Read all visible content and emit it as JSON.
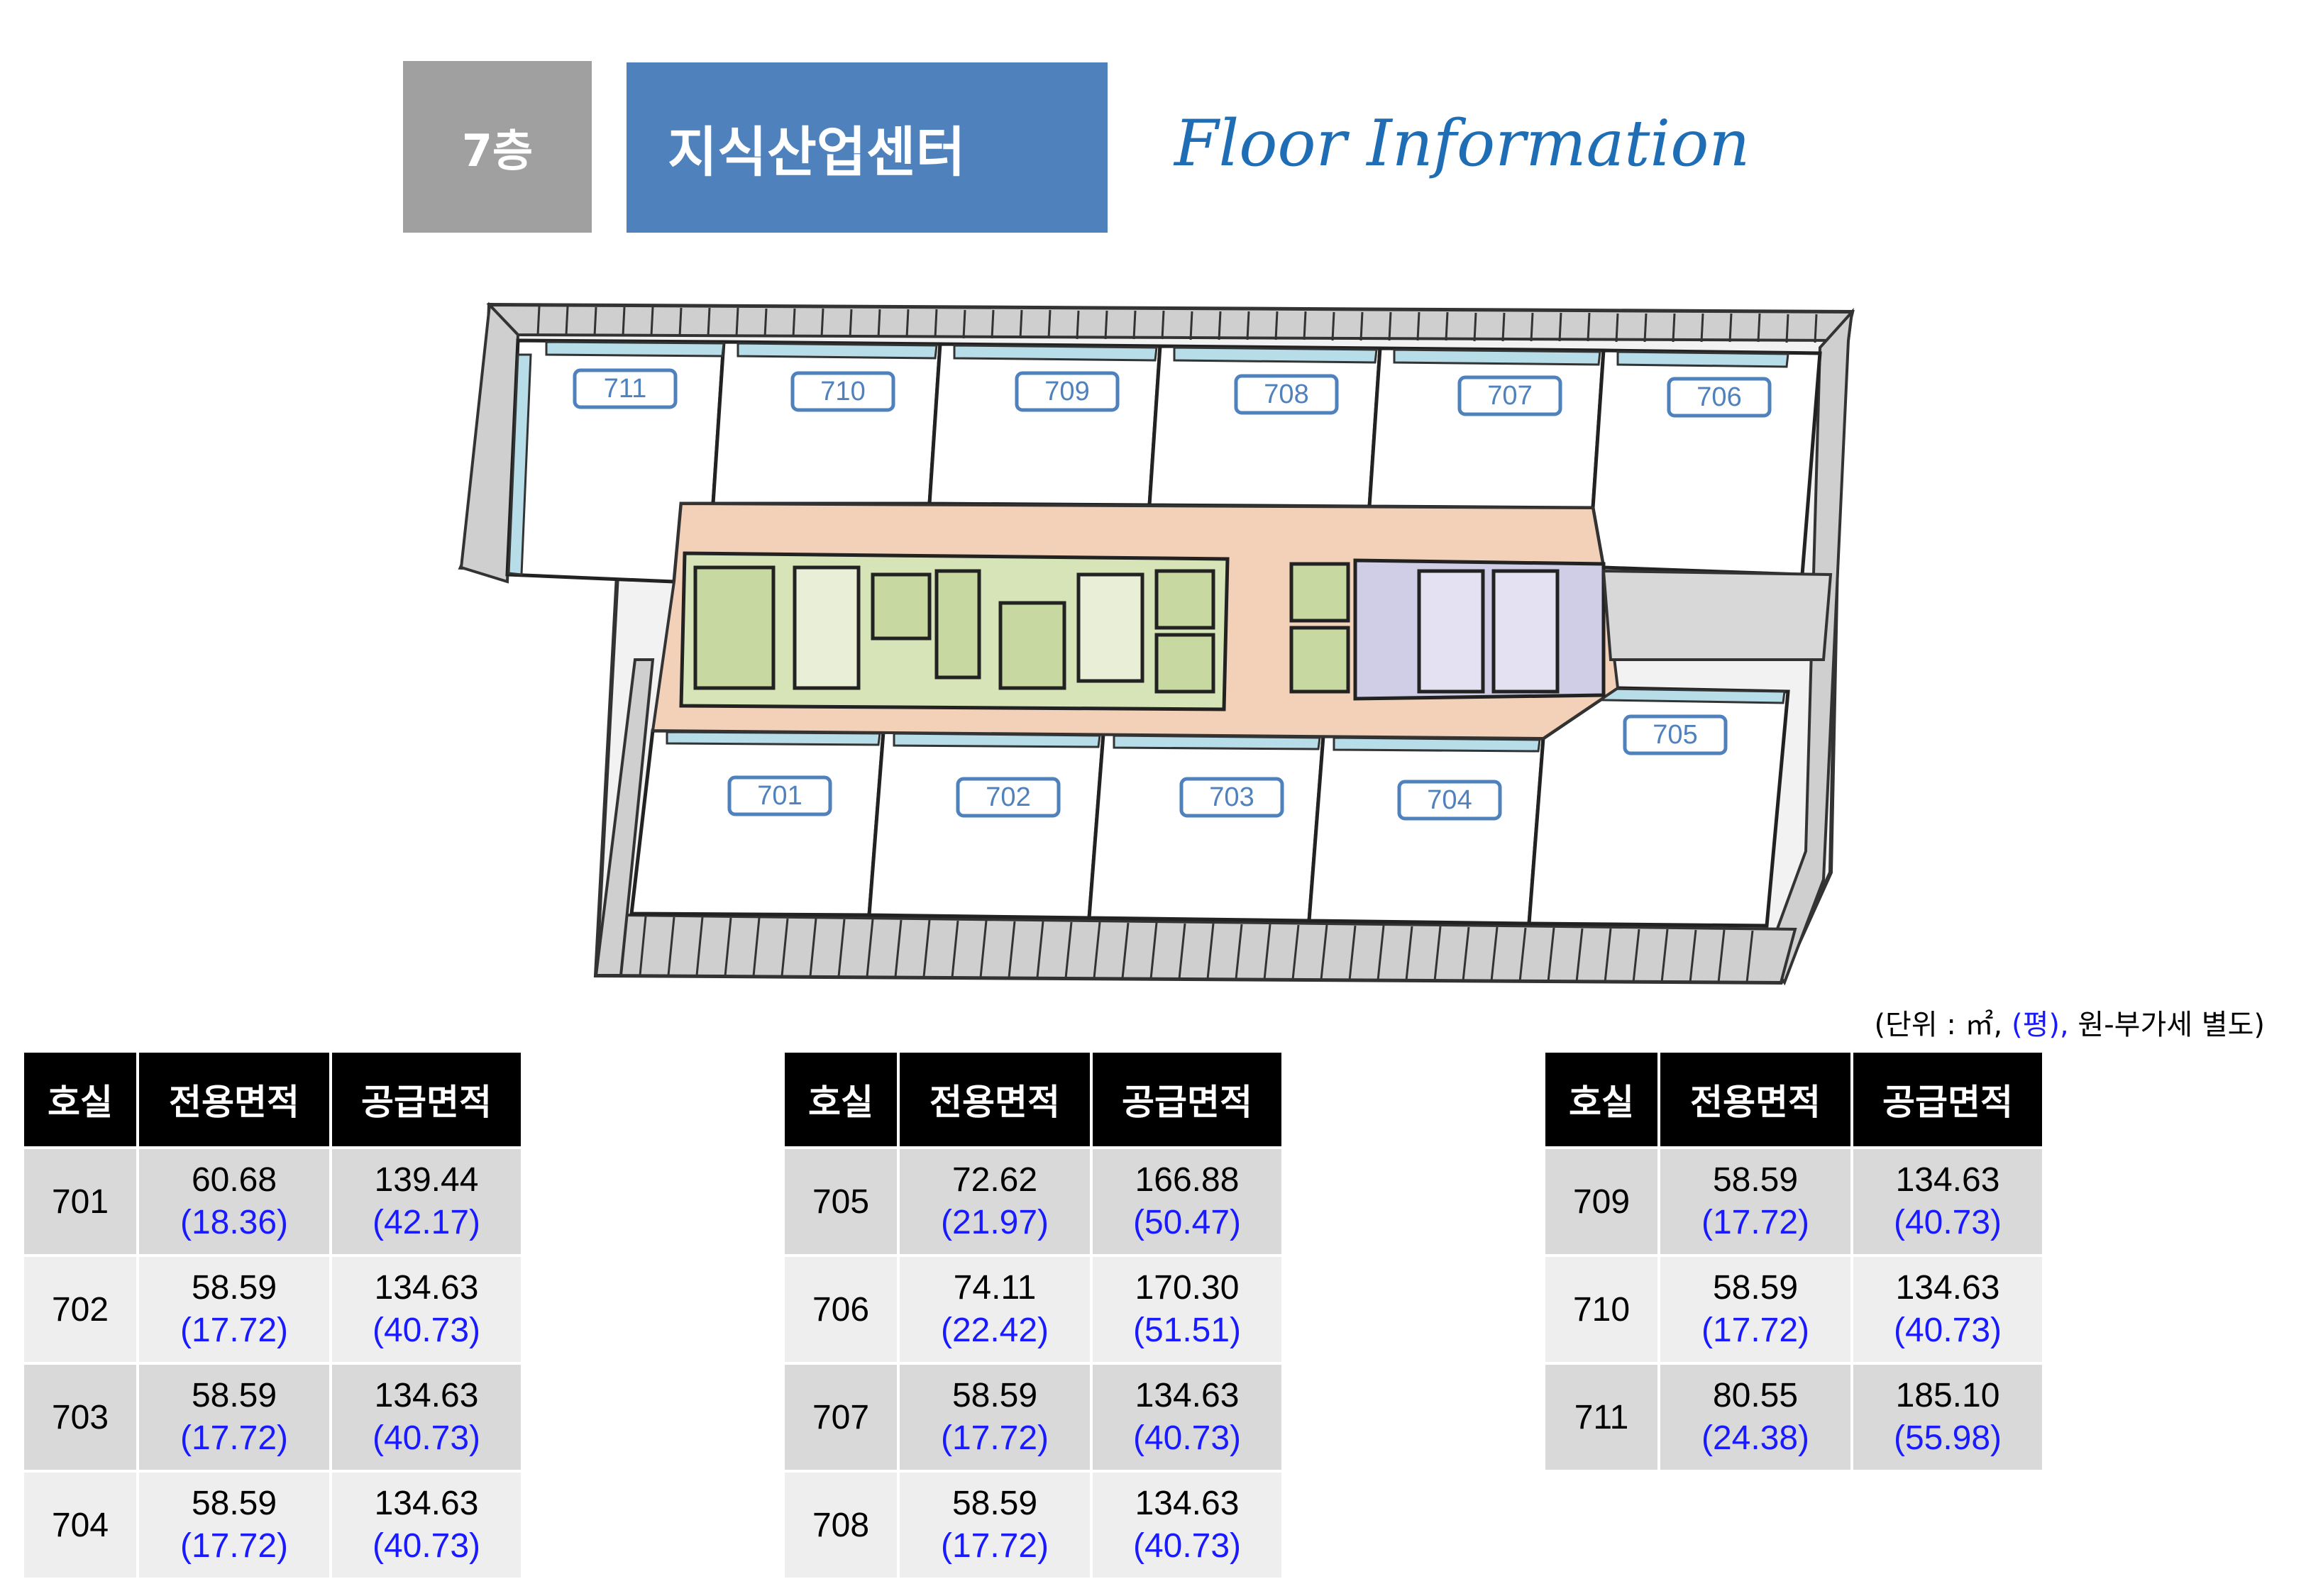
{
  "header": {
    "floor": "7층",
    "center_name": "지식산업센터",
    "subtitle": "Floor Information"
  },
  "plan": {
    "room_labels": [
      "711",
      "710",
      "709",
      "708",
      "707",
      "706",
      "705",
      "701",
      "702",
      "703",
      "704"
    ]
  },
  "unit_note": {
    "prefix": "(단위  : ㎡, ",
    "pyeong": "(평),",
    "suffix": " 원-부가세 별도)"
  },
  "table_headers": [
    "호실",
    "전용면적",
    "공급면적"
  ],
  "tables": [
    {
      "rows": [
        {
          "room": "701",
          "excl": "60.68",
          "excl_py": "(18.36)",
          "supp": "139.44",
          "supp_py": "(42.17)"
        },
        {
          "room": "702",
          "excl": "58.59",
          "excl_py": "(17.72)",
          "supp": "134.63",
          "supp_py": "(40.73)"
        },
        {
          "room": "703",
          "excl": "58.59",
          "excl_py": "(17.72)",
          "supp": "134.63",
          "supp_py": "(40.73)"
        },
        {
          "room": "704",
          "excl": "58.59",
          "excl_py": "(17.72)",
          "supp": "134.63",
          "supp_py": "(40.73)"
        }
      ]
    },
    {
      "rows": [
        {
          "room": "705",
          "excl": "72.62",
          "excl_py": "(21.97)",
          "supp": "166.88",
          "supp_py": "(50.47)"
        },
        {
          "room": "706",
          "excl": "74.11",
          "excl_py": "(22.42)",
          "supp": "170.30",
          "supp_py": "(51.51)"
        },
        {
          "room": "707",
          "excl": "58.59",
          "excl_py": "(17.72)",
          "supp": "134.63",
          "supp_py": "(40.73)"
        },
        {
          "room": "708",
          "excl": "58.59",
          "excl_py": "(17.72)",
          "supp": "134.63",
          "supp_py": "(40.73)"
        }
      ]
    },
    {
      "rows": [
        {
          "room": "709",
          "excl": "58.59",
          "excl_py": "(17.72)",
          "supp": "134.63",
          "supp_py": "(40.73)"
        },
        {
          "room": "710",
          "excl": "58.59",
          "excl_py": "(17.72)",
          "supp": "134.63",
          "supp_py": "(40.73)"
        },
        {
          "room": "711",
          "excl": "80.55",
          "excl_py": "(24.38)",
          "supp": "185.10",
          "supp_py": "(55.98)"
        }
      ]
    }
  ],
  "colors": {
    "floor_tag": "#a0a0a0",
    "center_tag": "#4f81bd",
    "subtitle": "#1f6eb5",
    "pyeong_text": "#1a1aff",
    "header_bg": "#000000"
  }
}
